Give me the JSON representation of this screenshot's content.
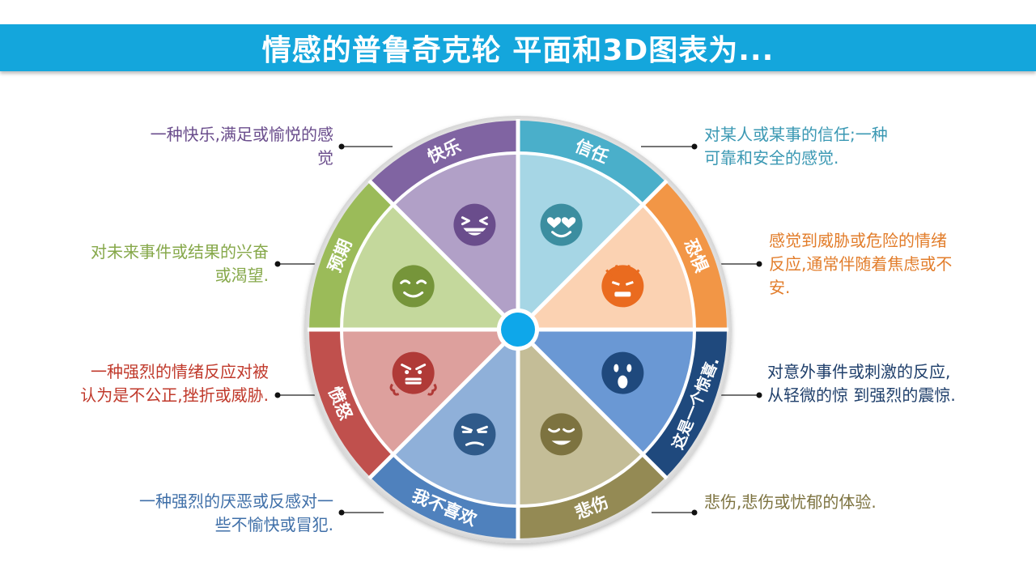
{
  "title": "情感的普鲁奇克轮 平面和3D图表为...",
  "wheel": {
    "center_color": "#0ea7ea",
    "segments": [
      {
        "key": "trust",
        "label": "信任",
        "outer": "#4aafca",
        "inner": "#a6d6e5",
        "face": "#3c8ea0",
        "icon": "heart-eyes-face-icon",
        "description": "对某人或某事的信任;一种可靠和安全的感觉."
      },
      {
        "key": "fear",
        "label": "恐惧",
        "outer": "#f29646",
        "inner": "#fbd2b2",
        "face": "#ea6b1f",
        "icon": "scared-face-icon",
        "description": "感觉到威胁或危险的情绪反应,通常伴随着焦虑或不安."
      },
      {
        "key": "surprise",
        "label": "这是一个惊喜.",
        "outer": "#1f497d",
        "inner": "#6a98d4",
        "face": "#1f497d",
        "icon": "surprised-face-icon",
        "description": "对意外事件或刺激的反应,从轻微的惊 到强烈的震惊."
      },
      {
        "key": "sadness",
        "label": "悲伤",
        "outer": "#948a54",
        "inner": "#c4bd97",
        "face": "#7d7340",
        "icon": "sad-face-icon",
        "description": "悲伤,悲伤或忧郁的体验."
      },
      {
        "key": "disgust",
        "label": "我不喜欢",
        "outer": "#4f81bd",
        "inner": "#8fb0d9",
        "face": "#2f5a8a",
        "icon": "annoyed-face-icon",
        "description": "一种强烈的厌恶或反感对一些不愉快或冒犯."
      },
      {
        "key": "anger",
        "label": "愤怒",
        "outer": "#c0504d",
        "inner": "#dda09d",
        "face": "#b03a37",
        "icon": "angry-face-icon",
        "description": "一种强烈的情绪反应对被认为是不公正,挫折或威胁."
      },
      {
        "key": "anticipation",
        "label": "预期",
        "outer": "#9bbb59",
        "inner": "#c4d89c",
        "face": "#76953a",
        "icon": "smirk-face-icon",
        "description": "对未来事件或结果的兴奋或渴望."
      },
      {
        "key": "joy",
        "label": "快乐",
        "outer": "#8064a2",
        "inner": "#b1a0c7",
        "face": "#6a4d8c",
        "icon": "laughing-face-icon",
        "description": "一种快乐,满足或愉悦的感觉"
      }
    ]
  },
  "descriptions_display": {
    "joy": [
      "一种快乐,满足或愉悦的感",
      "觉"
    ],
    "trust": [
      "对某人或某事的信任;一种",
      "可靠和安全的感觉."
    ],
    "anticipation": [
      "对未来事件或结果的兴奋",
      "或渴望."
    ],
    "fear": [
      "感觉到威胁或危险的情绪",
      "反应,通常伴随着焦虑或不",
      "安."
    ],
    "anger": [
      "一种强烈的情绪反应对被",
      "认为是不公正,挫折或威胁."
    ],
    "surprise": [
      "对意外事件或刺激的反应,",
      "从轻微的惊 到强烈的震惊."
    ],
    "disgust": [
      "一种强烈的厌恶或反感对一",
      "些不愉快或冒犯."
    ],
    "sadness": [
      "悲伤,悲伤或忧郁的体验."
    ]
  }
}
